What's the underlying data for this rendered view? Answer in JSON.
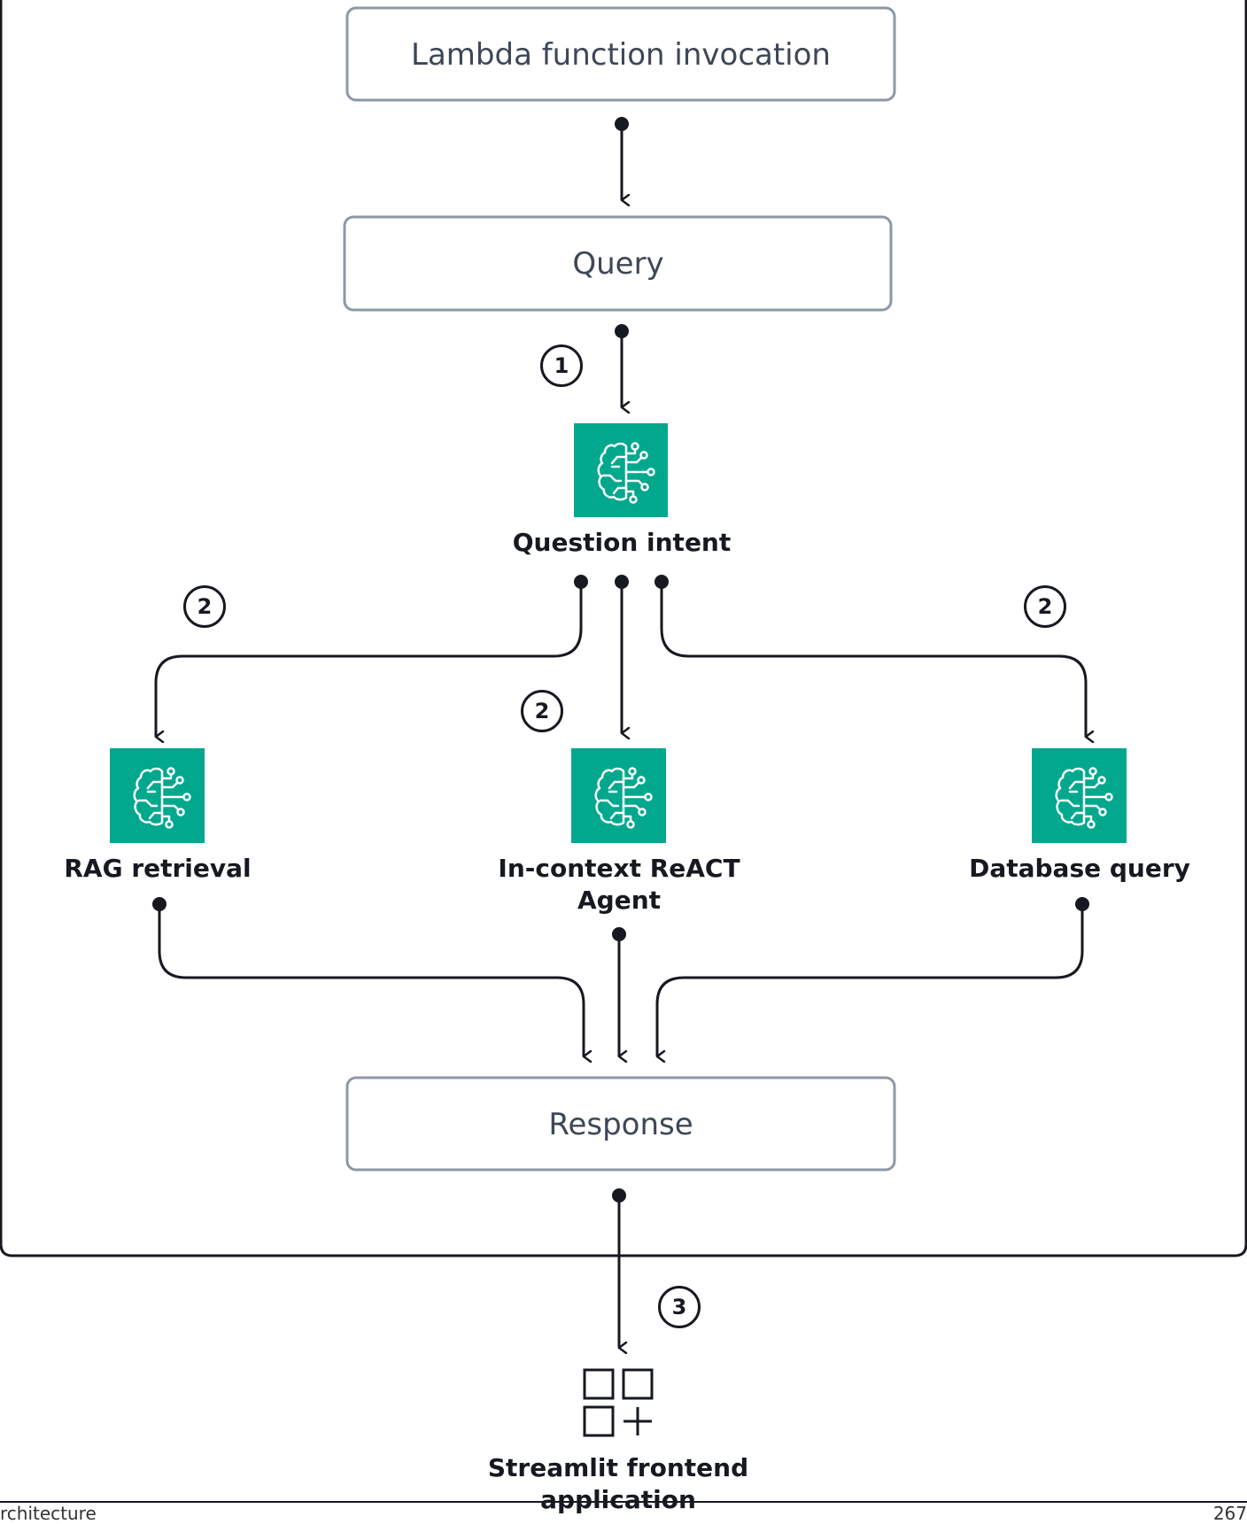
{
  "boxes": {
    "lambda": "Lambda function invocation",
    "query": "Query",
    "response": "Response"
  },
  "nodes": {
    "question_intent": "Question intent",
    "rag_retrieval": "RAG retrieval",
    "react_agent_line1": "In-context ReACT",
    "react_agent_line2": "Agent",
    "database_query": "Database query",
    "streamlit_line1": "Streamlit frontend",
    "streamlit_line2": "application"
  },
  "badges": {
    "step1": "1",
    "step2_left": "2",
    "step2_center": "2",
    "step2_right": "2",
    "step3": "3"
  },
  "footer": {
    "left": "rchitecture",
    "right": "267"
  },
  "colors": {
    "ai_icon_bg": "#01a88d",
    "line": "#16191f",
    "box_border": "#8d98a6",
    "box_text": "#3d4757"
  },
  "icons": {
    "ai_node": "brain-circuit-icon",
    "frontend": "apps-grid-icon"
  }
}
